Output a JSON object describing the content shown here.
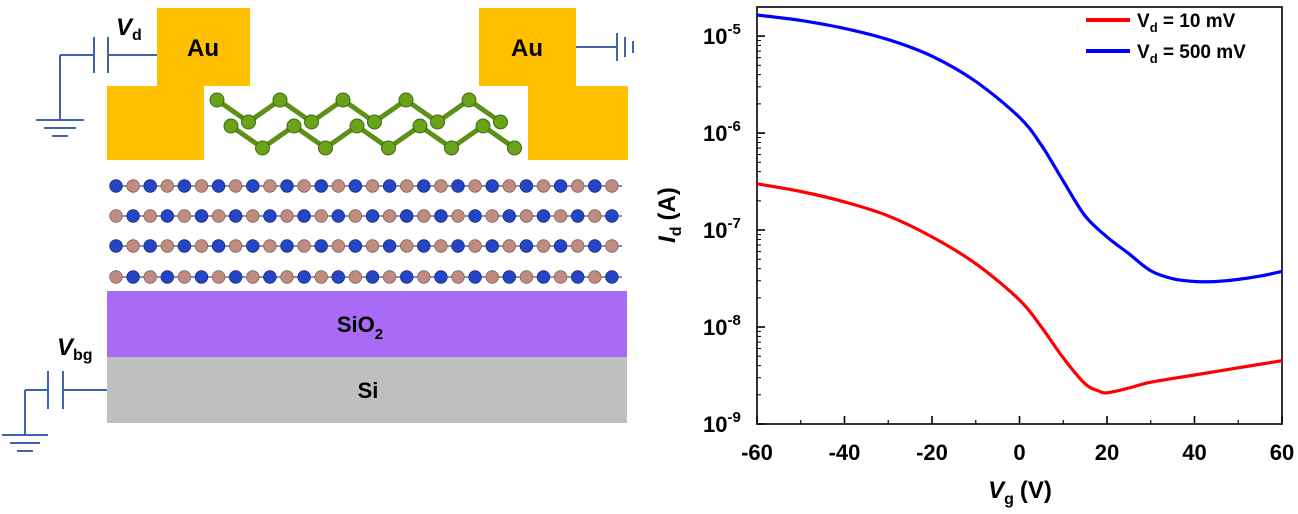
{
  "device": {
    "electrode_left": "Au",
    "electrode_right": "Au",
    "oxide_label": "SiO",
    "oxide_sub": "2",
    "substrate_label": "Si",
    "drain_voltage_symbol": "V",
    "drain_voltage_sub": "d",
    "backgate_voltage_symbol": "V",
    "backgate_voltage_sub": "bg",
    "colors": {
      "gold": "#FFC000",
      "oxide": "#A96BF5",
      "silicon": "#C0BFBF",
      "wire": "#3F63AE",
      "atom_green": "#6AA21A",
      "atom_blue": "#2445C4",
      "atom_pink": "#BE8C80"
    }
  },
  "chart_data": {
    "type": "line",
    "xlabel_symbol": "V",
    "xlabel_sub": "g",
    "xlabel_unit": "(V)",
    "ylabel_symbol": "I",
    "ylabel_sub": "d",
    "ylabel_unit": "(A)",
    "xlim": [
      -60,
      60
    ],
    "ylim_exponent": [
      -9,
      -4.7
    ],
    "yscale": "log",
    "x_ticks": [
      -60,
      -40,
      -20,
      0,
      20,
      40,
      60
    ],
    "x_tick_labels": [
      "-60",
      "-40",
      "-20",
      "0",
      "20",
      "40",
      "60"
    ],
    "y_ticks": [
      {
        "base": "10",
        "exp": "-9"
      },
      {
        "base": "10",
        "exp": "-8"
      },
      {
        "base": "10",
        "exp": "-7"
      },
      {
        "base": "10",
        "exp": "-6"
      },
      {
        "base": "10",
        "exp": "-5"
      }
    ],
    "y_tick_exponents": [
      -9,
      -8,
      -7,
      -6,
      -5
    ],
    "legend_position": "top-right",
    "series": [
      {
        "name_symbol": "V",
        "name_sub": "d",
        "name_rest": " = 10 mV",
        "color": "#FF0000",
        "x": [
          -60,
          -50,
          -40,
          -30,
          -20,
          -10,
          0,
          5,
          10,
          15,
          18,
          20,
          25,
          30,
          40,
          50,
          60
        ],
        "y": [
          3e-07,
          2.5e-07,
          1.95e-07,
          1.4e-07,
          8.5e-08,
          4.5e-08,
          1.9e-08,
          1e-08,
          4.8e-09,
          2.6e-09,
          2.2e-09,
          2.1e-09,
          2.35e-09,
          2.7e-09,
          3.2e-09,
          3.8e-09,
          4.5e-09
        ]
      },
      {
        "name_symbol": "V",
        "name_sub": "d",
        "name_rest": " = 500 mV",
        "color": "#0000FF",
        "x": [
          -60,
          -50,
          -40,
          -30,
          -20,
          -10,
          0,
          5,
          10,
          15,
          20,
          25,
          30,
          35,
          40,
          45,
          50,
          55,
          60
        ],
        "y": [
          1.65e-05,
          1.45e-05,
          1.2e-05,
          9.2e-06,
          6.2e-06,
          3.4e-06,
          1.45e-06,
          7.5e-07,
          3.2e-07,
          1.4e-07,
          8.5e-08,
          5.7e-08,
          3.8e-08,
          3.15e-08,
          2.95e-08,
          2.95e-08,
          3.1e-08,
          3.35e-08,
          3.75e-08
        ]
      }
    ]
  }
}
